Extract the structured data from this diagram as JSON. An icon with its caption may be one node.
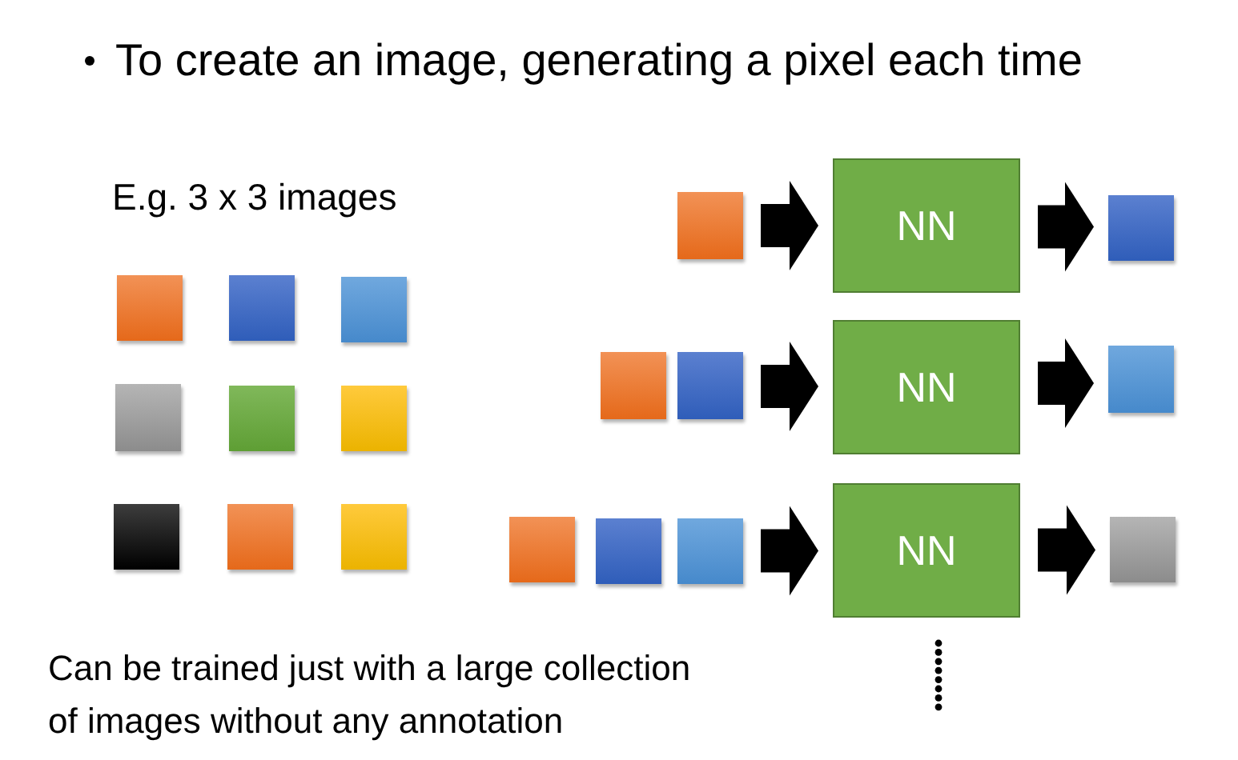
{
  "diagram": {
    "title": "To create an image, generating a pixel each time",
    "nodes": [
      {
        "text": [],
        "shape": "box"
      },
      {
        "text": [],
        "shape": "box"
      },
      {
        "text": [],
        "shape": "box"
      },
      {
        "text": [],
        "shape": "box"
      },
      {
        "text": [],
        "shape": "box"
      },
      {
        "text": [],
        "shape": "box"
      },
      {
        "text": [],
        "shape": "box"
      },
      {
        "text": [],
        "shape": "box"
      },
      {
        "text": [],
        "shape": "box"
      },
      {
        "text": [],
        "shape": "box"
      },
      {
        "text": [
          "NN"
        ]
      },
      {
        "text": [],
        "shape": "box"
      },
      {
        "text": [],
        "shape": "box"
      },
      {
        "text": [],
        "shape": "box"
      },
      {
        "text": [
          "NN"
        ]
      },
      {
        "text": [],
        "shape": "box"
      },
      {
        "text": [],
        "shape": "box"
      },
      {
        "text": [],
        "shape": "box"
      },
      {
        "text": [],
        "shape": "box"
      },
      {
        "text": [
          "NN"
        ]
      },
      {
        "text": [],
        "shape": "box"
      }
    ],
    "edges": [
      {
        "from": 9,
        "to": 10,
        "arrow": "to"
      },
      {
        "from": 10,
        "to": 11,
        "arrow": "to"
      },
      {
        "from": 13,
        "to": 14,
        "arrow": "to"
      },
      {
        "from": 14,
        "to": 15,
        "arrow": "to"
      },
      {
        "from": 18,
        "to": 19,
        "arrow": "to"
      },
      {
        "from": 19,
        "to": 20,
        "arrow": "to"
      }
    ],
    "labels": [
      "E.g. 3 x 3 images",
      "Can be trained just with a large collection of images without any annotation"
    ]
  }
}
